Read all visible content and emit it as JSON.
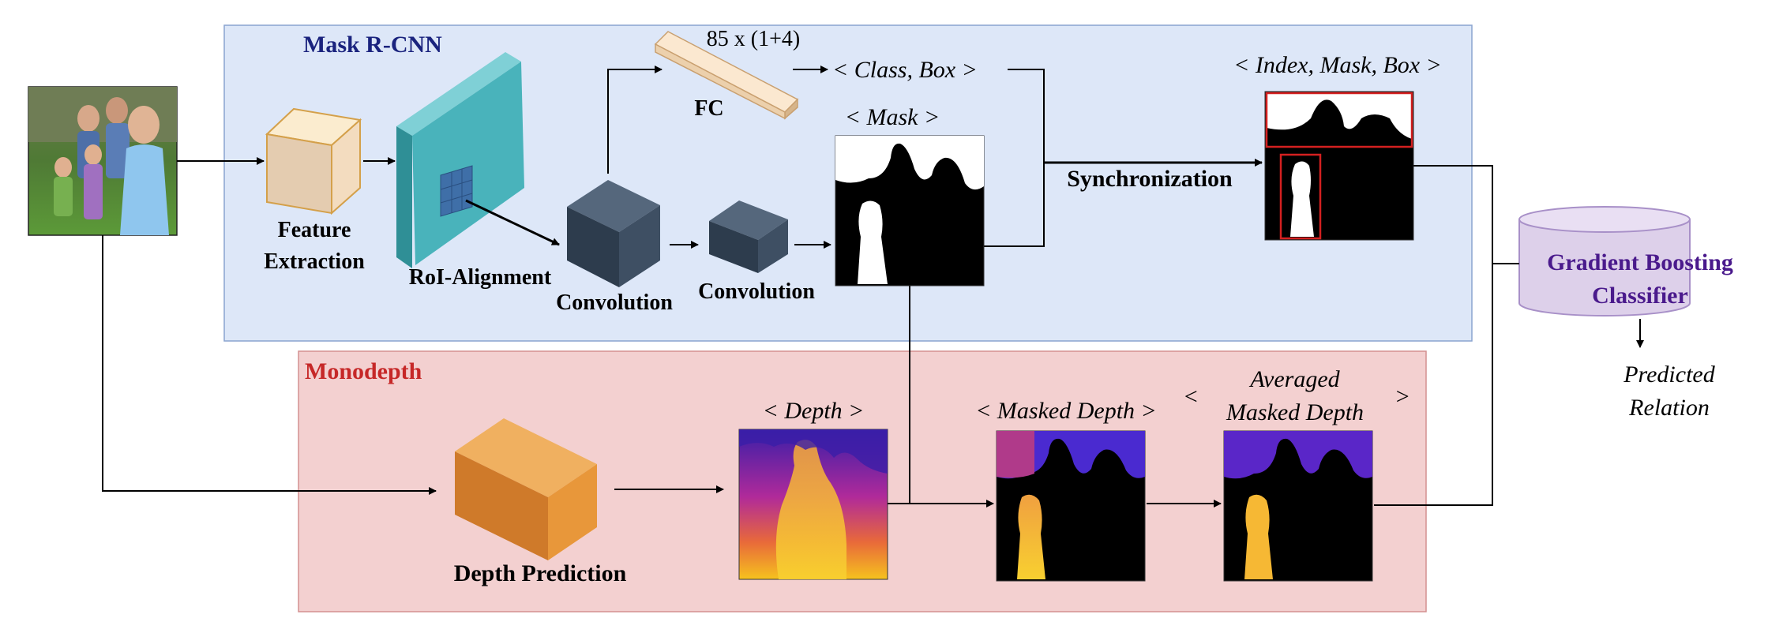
{
  "regions": {
    "mask_rcnn": {
      "title": "Mask R-CNN",
      "title_color": "#1a237e"
    },
    "monodepth": {
      "title": "Monodepth",
      "title_color": "#c62828"
    }
  },
  "labels": {
    "feature_extraction_1": "Feature",
    "feature_extraction_2": "Extraction",
    "roi_alignment": "RoI-Alignment",
    "convolution_1": "Convolution",
    "convolution_2": "Convolution",
    "fc": "FC",
    "fc_dims": "85 x (1+4)",
    "class_box": "< Class, Box >",
    "mask": "< Mask >",
    "synchronization": "Synchronization",
    "index_mask_box": "< Index, Mask, Box >",
    "gbc_1": "Gradient Boosting",
    "gbc_2": "Classifier",
    "predicted_1": "Predicted",
    "predicted_2": "Relation",
    "depth_prediction": "Depth Prediction",
    "depth": "< Depth >",
    "masked_depth": "< Masked Depth >",
    "averaged_open": "<",
    "averaged_1": "Averaged",
    "averaged_2": "Masked Depth",
    "averaged_close": ">"
  },
  "colors": {
    "mask_rcnn_fill": "#dde7f8",
    "monodepth_fill": "#f3d0d0",
    "gbc_text": "#4a1a8c",
    "gbc_fill": "#ddd0ea",
    "depth_cube": "#e8973a",
    "feature_cube": "#f5dcc0",
    "teal_plate": "#3fa8b0",
    "conv_cube": "#3b4d62"
  }
}
